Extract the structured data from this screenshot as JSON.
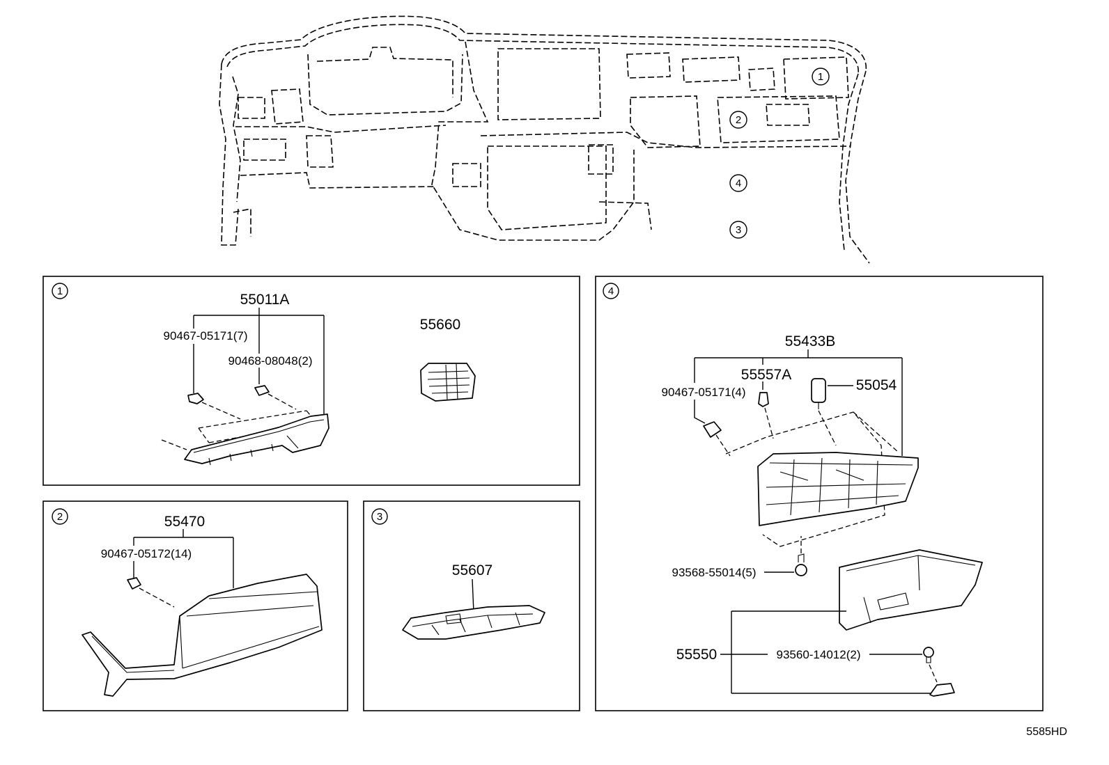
{
  "overview": {
    "callouts": {
      "c1": "1",
      "c2": "2",
      "c4": "4",
      "c3": "3"
    }
  },
  "panel1": {
    "num": "1",
    "main_part": "55011A",
    "clip_a": "90467-05171(7)",
    "clip_b": "90468-08048(2)",
    "vent": "55660"
  },
  "panel2": {
    "num": "2",
    "main_part": "55470",
    "clip": "90467-05172(14)"
  },
  "panel3": {
    "num": "3",
    "main_part": "55607"
  },
  "panel4": {
    "num": "4",
    "frame": "55433B",
    "bolt_top": "55557A",
    "damper": "55054",
    "clip": "90467-05171(4)",
    "screw": "93568-55014(5)",
    "door": "55550",
    "door_screw": "93560-14012(2)"
  },
  "footer_code": "5585HD"
}
